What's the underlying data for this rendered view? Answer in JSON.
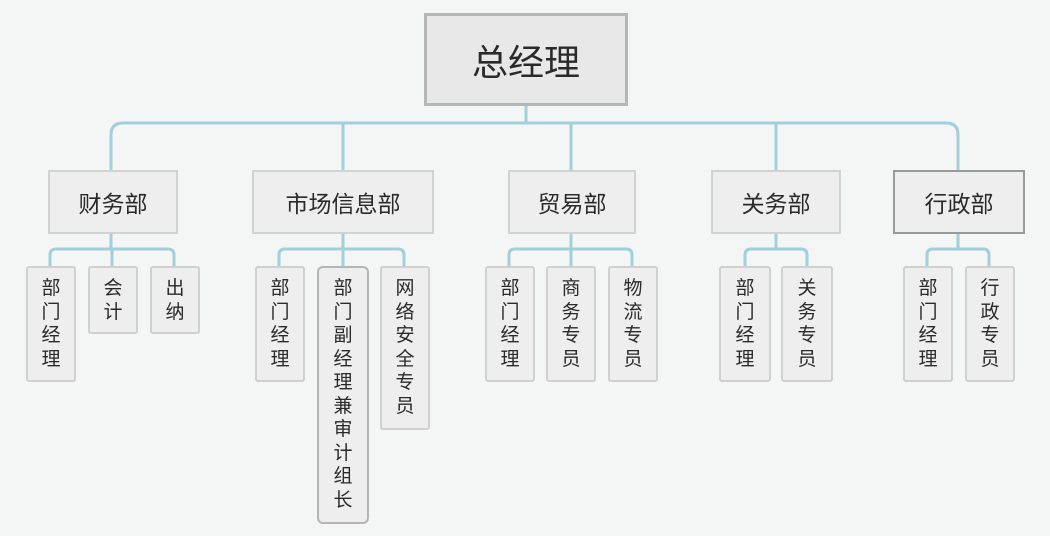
{
  "chart_data": {
    "type": "org-chart",
    "root": "总经理",
    "departments": [
      {
        "name": "财务部",
        "roles": [
          "部门经理",
          "会计",
          "出纳"
        ]
      },
      {
        "name": "市场信息部",
        "roles": [
          "部门经理",
          "部门副经理兼审计组长",
          "网络安全专员"
        ]
      },
      {
        "name": "贸易部",
        "roles": [
          "部门经理",
          "商务专员",
          "物流专员"
        ]
      },
      {
        "name": "关务部",
        "roles": [
          "部门经理",
          "关务专员"
        ]
      },
      {
        "name": "行政部",
        "roles": [
          "部门经理",
          "行政专员"
        ]
      }
    ]
  },
  "colors": {
    "connector": "#9fd0dc",
    "box_fill": "#eeeeee",
    "box_border": "#d2d2d2",
    "background": "#f4f5f5"
  }
}
